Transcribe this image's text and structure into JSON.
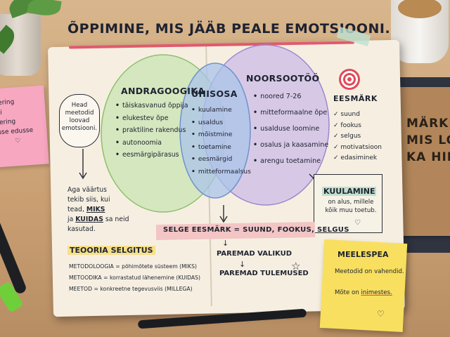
{
  "title": "ÕPPIMINE, MIS JÄÄB PEALE EMOTSIOONI.",
  "colors": {
    "green_circle": "#cfe5b8",
    "blue_circle": "#a9c4ea",
    "purple_circle": "#cbb9e8",
    "title_underline": "#e05a6e",
    "sticky_yellow": "#f8df5f",
    "sticky_pink": "#f7a7c0"
  },
  "left_sticky": [
    "tering",
    "bi",
    "tering",
    "use edusse"
  ],
  "right_book": [
    "MÄRKM",
    "MIS LO",
    "KA HIL"
  ],
  "cloud": [
    "Head",
    "meetodid",
    "loovad",
    "emotsiooni."
  ],
  "venn": {
    "left": {
      "title": "ANDRAGOOGIKA",
      "items": [
        "täiskasvanud õppija",
        "elukestev õpe",
        "praktiline rakendus",
        "autonoomia",
        "eesmärgipärasus"
      ]
    },
    "middle": {
      "title": "ÜHISOSA",
      "items": [
        "kuulamine",
        "usaldus",
        "mõistmine",
        "toetamine",
        "eesmärgid",
        "mitteformaalsus"
      ]
    },
    "right": {
      "title": "NOORSOOTÖÖ",
      "items": [
        "noored 7-26",
        "mitteformaalne õpe",
        "usalduse loomine",
        "osalus ja kaasamine",
        "arengu toetamine"
      ]
    }
  },
  "left_note": {
    "line1": "Aga väärtus",
    "line2": "tekib siis, kui",
    "line3a": "tead, ",
    "miks": "MIKS",
    "line4a": "ja ",
    "kuidas": "KUIDAS",
    "line4b": " sa neid",
    "line5": "kasutad."
  },
  "eesmark": {
    "title": "EESMÄRK",
    "items": [
      "suund",
      "fookus",
      "selgus",
      "motivatsioon",
      "edasiminek"
    ]
  },
  "kuulamine": {
    "title": "KUULAMINE",
    "text": "on alus, millele kõik muu toetub."
  },
  "summary": "SELGE EESMÄRK = SUUND, FOOKUS, SELGUS",
  "flow": [
    "PAREMAD VALIKUD",
    "PAREMAD TULEMUSED"
  ],
  "teooria": {
    "title": "TEOORIA SELGITUS",
    "items": [
      "METODOLOOGIA = põhimõtete süsteem (MIKS)",
      "METOODIKA = korrastatud lähenemine (KUIDAS)",
      "MEETOD = konkreetne tegevusviis (MILLEGA)"
    ]
  },
  "meelespea": {
    "title": "MEELESPEA",
    "line1": "Meetodid on vahendid.",
    "line2a": "Mõte on ",
    "line2b": "inimestes."
  }
}
